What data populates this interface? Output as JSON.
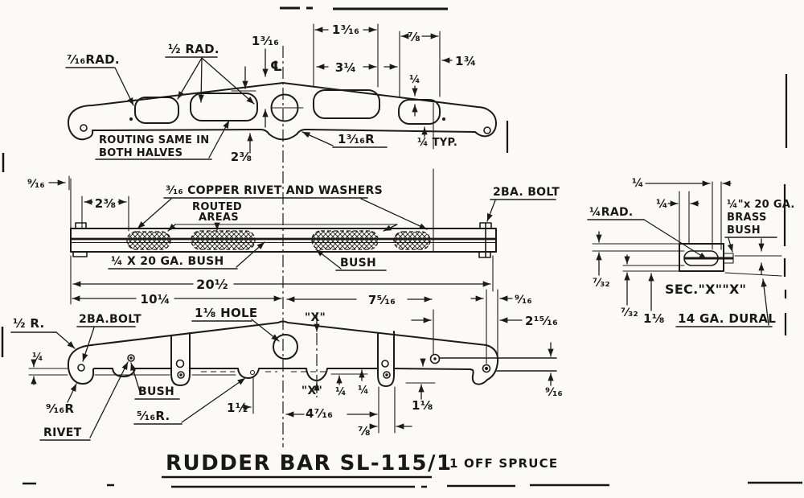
{
  "sheet": {
    "title": "RUDDER BAR SL-115/1",
    "quantity": "1 OFF SPRUCE"
  },
  "front_view": {
    "rad_7_16": "⁷⁄₁₆RAD.",
    "rad_1_2": "½ RAD.",
    "dim_v_1_3_16": "1³⁄₁₆",
    "centerline": "℄",
    "dim_1_3_16": "1³⁄₁₆",
    "dim_7_8": "⅞",
    "dim_3_1_4": "3¼",
    "dim_1_3_4": "1¾",
    "dim_1_4": "¼",
    "routing_line1": "ROUTING SAME IN",
    "routing_line2": "BOTH HALVES",
    "dim_2_3_8": "2⅜",
    "rad_1_3_16": "1³⁄₁₆R",
    "dim_1_4_typ": "¼ TYP."
  },
  "side_view": {
    "dim_9_16": "⁹⁄₁₆",
    "dim_2_3_8": "2⅜",
    "note_rivet": "³⁄₁₆ COPPER RIVET AND WASHERS",
    "routed_line1": "ROUTED",
    "routed_line2": "AREAS",
    "note_bolt": "2BA. BOLT",
    "note_bush_left": "¼ X 20 GA. BUSH",
    "note_bush_right": "BUSH",
    "dim_20_1_2": "20½"
  },
  "plan_view": {
    "dim_10_1_4": "10¼",
    "dim_7_5_16": "7⁵⁄₁₆",
    "dim_9_16": "⁹⁄₁₆",
    "dim_2_15_16": "2¹⁵⁄₁₆",
    "rad_1_2": "½ R.",
    "note_bolt": "2BA.BOLT",
    "note_hole": "1⅛ HOLE",
    "x_top": "\"X\"",
    "x_bottom": "\"X\"",
    "dim_1_4_left": "¼",
    "dim_1_4_a": "¼",
    "dim_1_4_b": "¼",
    "note_bush": "BUSH",
    "rad_5_16": "⁵⁄₁₆R.",
    "dim_1_1_2": "1½",
    "note_rivet": "RIVET",
    "rad_9_16": "⁹⁄₁₆R",
    "dim_4_7_16": "4⁷⁄₁₆",
    "dim_7_8": "⅞",
    "dim_1_1_8": "1⅛",
    "dim_9_16_end": "⁹⁄₁₆"
  },
  "section_view": {
    "dim_1_4_a": "¼",
    "dim_1_4_b": "¼",
    "rad_1_4": "¼RAD.",
    "bush_line1": "¼\"x 20 GA.",
    "bush_line2": "BRASS",
    "bush_line3": "BUSH",
    "dim_7_32_a": "⁷⁄₃₂",
    "dim_7_32_b": "⁷⁄₃₂",
    "dim_1_1_8": "1⅛",
    "label": "SEC.\"X\"\"X\"",
    "note_dural": "14 GA. DURAL"
  }
}
